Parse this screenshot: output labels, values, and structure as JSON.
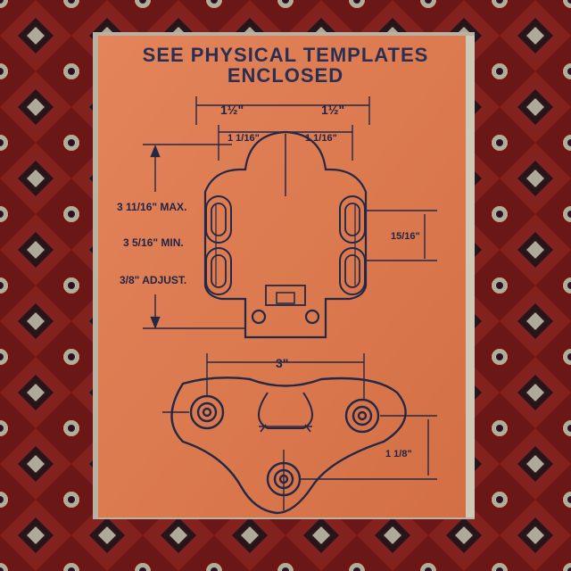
{
  "photo": {
    "colors": {
      "rug_red": "#8a1e1e",
      "rug_dark": "#2b1a1e",
      "rug_cream": "#cfc7b2",
      "card_orange": "#de7a4e",
      "ink": "#222846"
    }
  },
  "card": {
    "title_line1": "SEE PHYSICAL TEMPLATES",
    "title_line2": "ENCLOSED"
  },
  "drawing": {
    "dim_top_left": "1½\"",
    "dim_top_right": "1½\"",
    "dim_inner_left": "1 1/16\"",
    "dim_inner_right": "1 1/16\"",
    "label_max": "3 11/16\" MAX.",
    "label_min": "3 5/16\" MIN.",
    "label_adjust": "3/8\" ADJUST.",
    "dim_right": "15/16\"",
    "dim_bottom_width": "3\"",
    "dim_bottom_height": "1 1/8\""
  }
}
